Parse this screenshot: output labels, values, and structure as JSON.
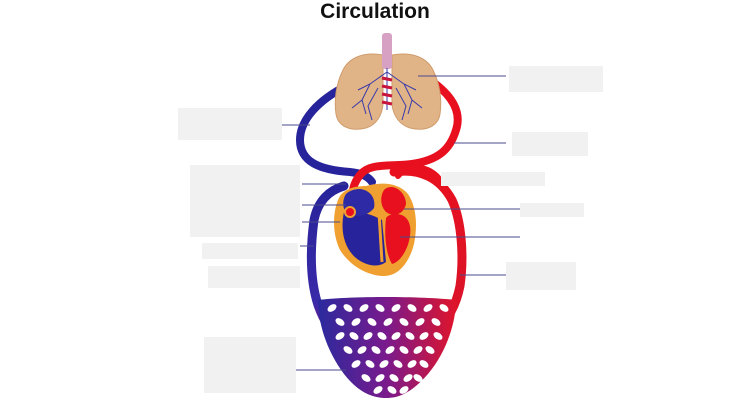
{
  "title": "Circulation",
  "colors": {
    "oxygenated": "#e8101e",
    "deoxygenated": "#27239a",
    "lungs": "#e1b488",
    "heart_outline": "#f0a030",
    "leader_line": "#4a4a8c",
    "label_box": "#f1f1f1"
  },
  "labels": [
    {
      "id": "lungs-label",
      "text": ""
    },
    {
      "id": "pulmonary-artery-label",
      "text": ""
    },
    {
      "id": "pulmonary-vein-label",
      "text": ""
    },
    {
      "id": "vena-cava-label",
      "text": ""
    },
    {
      "id": "right-atrium-label",
      "text": ""
    },
    {
      "id": "right-ventricle-label",
      "text": ""
    },
    {
      "id": "left-atrium-label",
      "text": ""
    },
    {
      "id": "left-ventricle-label",
      "text": ""
    },
    {
      "id": "aorta-label",
      "text": ""
    },
    {
      "id": "capillaries-label",
      "text": ""
    }
  ]
}
